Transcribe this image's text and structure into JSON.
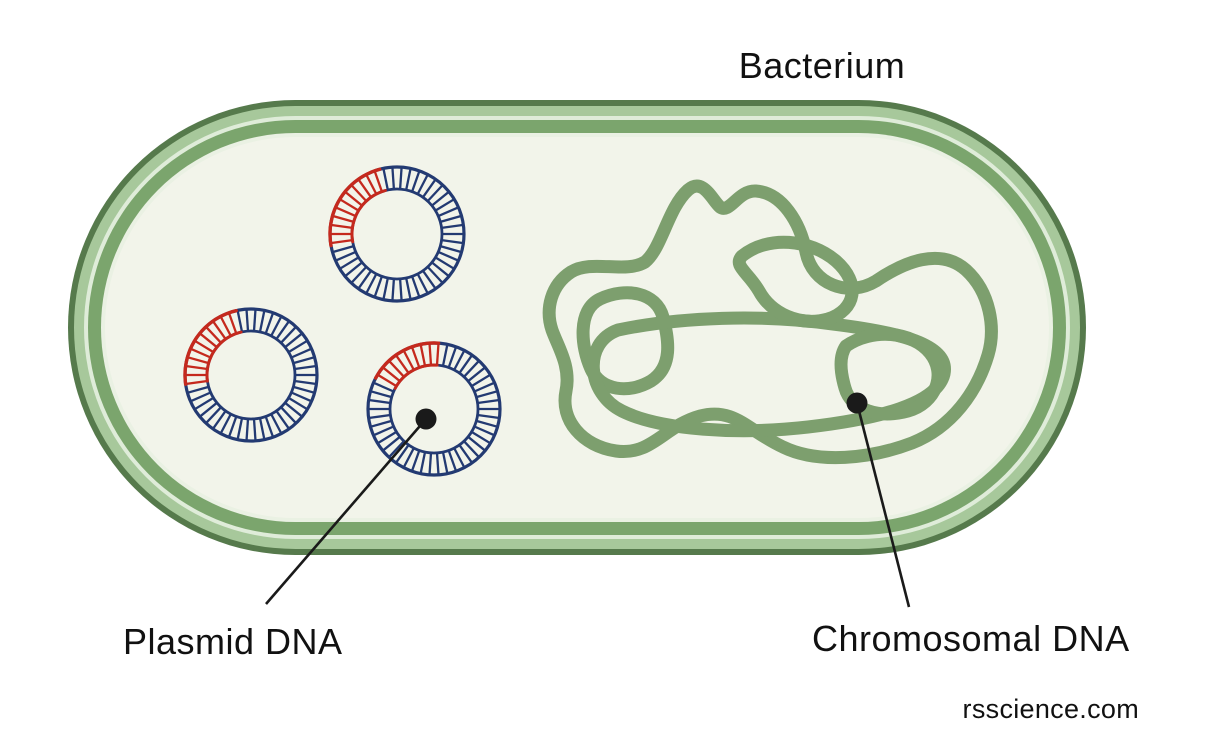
{
  "figure": {
    "title": "Bacterium",
    "labels": {
      "plasmid": "Plasmid DNA",
      "chromosome": "Chromosomal DNA"
    },
    "watermark": "rsscience.com",
    "plasmid_count": 3,
    "colors": {
      "background": "#ffffff",
      "membrane_outer_dark_green": "#567a4c",
      "membrane_band_light_green": "#a7c89b",
      "membrane_pale_line": "#dfecd9",
      "membrane_band_medium_green": "#7ba56d",
      "membrane_pale_rim": "#eaf1e3",
      "cytoplasm": "#f2f4ea",
      "plasmid_navy": "#233a72",
      "plasmid_red": "#c5291d",
      "chromosome_green": "#7d9f6e",
      "pointer_black": "#1a1a1a",
      "text_black": "#111111"
    }
  }
}
